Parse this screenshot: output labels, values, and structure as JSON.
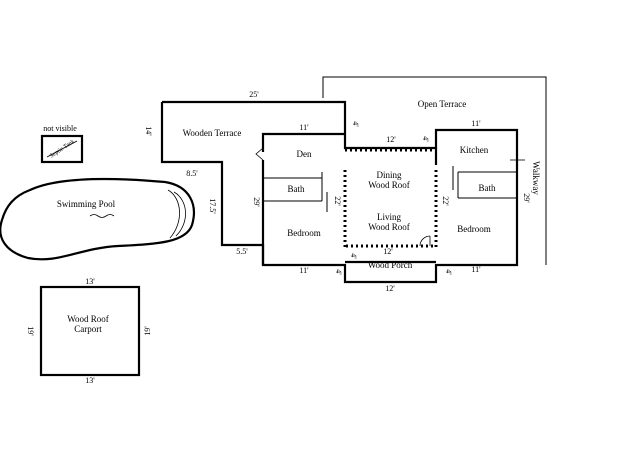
{
  "rooms": {
    "open_terrace": "Open Terrace",
    "wooden_terrace": "Wooden Terrace",
    "den": "Den",
    "kitchen": "Kitchen",
    "bath_left": "Bath",
    "bath_right": "Bath",
    "dining": "Dining",
    "dining_roof": "Wood Roof",
    "living": "Living",
    "living_roof": "Wood Roof",
    "bedroom_left": "Bedroom",
    "bedroom_right": "Bedroom",
    "wood_porch": "Wood Porch",
    "carport_line1": "Wood Roof",
    "carport_line2": "Carport",
    "swimming_pool": "Swimming Pool",
    "septic_tank": "Septic Tank",
    "not_visible": "not visible",
    "walkway": "Walkway"
  },
  "dimensions": {
    "top_25": "25'",
    "terrace_11_top": "11'",
    "kitchen_11_top": "11'",
    "dining_12_top": "12'",
    "porch_12_top": "12'",
    "porch_12_bottom": "12'",
    "terrace_14": "14'",
    "left_8_5": "8.5'",
    "left_17_5": "17.5'",
    "left_5_5": "5.5'",
    "bedroom_29_left": "29'",
    "bedroom_29_right": "29'",
    "center_22_left": "22'",
    "center_22_right": "22'",
    "bottom_11_left": "11'",
    "bottom_11_right": "11'",
    "four_top_left": "4'",
    "four_top_right": "4'",
    "four_porch_left": "4'",
    "four_porch_bottom_left": "4'",
    "four_porch_right": "4'",
    "carport_13_top": "13'",
    "carport_13_bottom": "13'",
    "carport_19_left": "19'",
    "carport_19_right": "19'"
  }
}
